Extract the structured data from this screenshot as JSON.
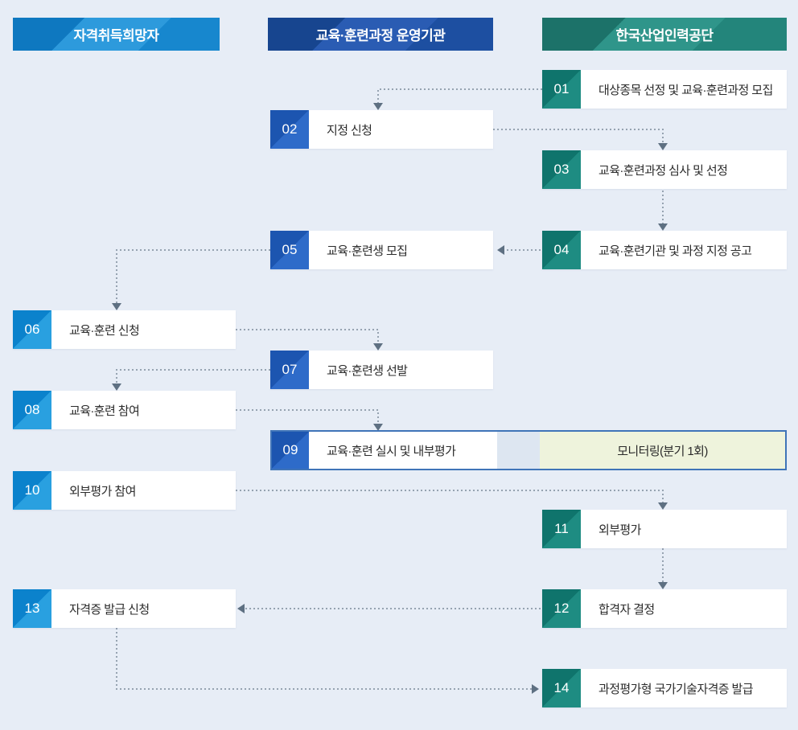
{
  "columns": [
    {
      "id": "applicant",
      "label": "자격취득희망자"
    },
    {
      "id": "operator",
      "label": "교육·훈련과정 운영기관"
    },
    {
      "id": "hrdk",
      "label": "한국산업인력공단"
    }
  ],
  "steps": [
    {
      "num": "01",
      "label": "대상종목 선정 및 교육·훈련과정 모집",
      "column": "hrdk",
      "theme": "teal"
    },
    {
      "num": "02",
      "label": "지정 신청",
      "column": "operator",
      "theme": "blue"
    },
    {
      "num": "03",
      "label": "교육·훈련과정 심사 및 선정",
      "column": "hrdk",
      "theme": "teal"
    },
    {
      "num": "04",
      "label": "교육·훈련기관 및 과정 지정 공고",
      "column": "hrdk",
      "theme": "teal"
    },
    {
      "num": "05",
      "label": "교육·훈련생 모집",
      "column": "operator",
      "theme": "blue"
    },
    {
      "num": "06",
      "label": "교육·훈련 신청",
      "column": "applicant",
      "theme": "lightblue"
    },
    {
      "num": "07",
      "label": "교육·훈련생 선발",
      "column": "operator",
      "theme": "blue"
    },
    {
      "num": "08",
      "label": "교육·훈련 참여",
      "column": "applicant",
      "theme": "lightblue"
    },
    {
      "num": "09",
      "label": "교육·훈련 실시 및 내부평가",
      "column": "operator",
      "theme": "blue"
    },
    {
      "num": "10",
      "label": "외부평가 참여",
      "column": "applicant",
      "theme": "lightblue"
    },
    {
      "num": "11",
      "label": "외부평가",
      "column": "hrdk",
      "theme": "teal"
    },
    {
      "num": "12",
      "label": "합격자 결정",
      "column": "hrdk",
      "theme": "teal"
    },
    {
      "num": "13",
      "label": "자격증 발급 신청",
      "column": "applicant",
      "theme": "lightblue"
    },
    {
      "num": "14",
      "label": "과정평가형 국가기술자격증 발급",
      "column": "hrdk",
      "theme": "teal"
    }
  ],
  "monitoring": {
    "label": "모니터링(분기 1회)"
  },
  "colors": {
    "background": "#e7edf6",
    "header_blue": "#1787ce",
    "header_navy": "#1d4fa1",
    "header_teal": "#23857b",
    "badge_teal": "#1e8c82",
    "badge_blue": "#2e6bc9",
    "badge_lightblue": "#29a0e0",
    "monitoring_bg": "#eef3dc",
    "monitoring_border": "#3f74b8",
    "connector_dots": "#96a3b1",
    "connector_arrow": "#5e7082",
    "box_bg": "#ffffff",
    "text": "#2b2b2b"
  }
}
